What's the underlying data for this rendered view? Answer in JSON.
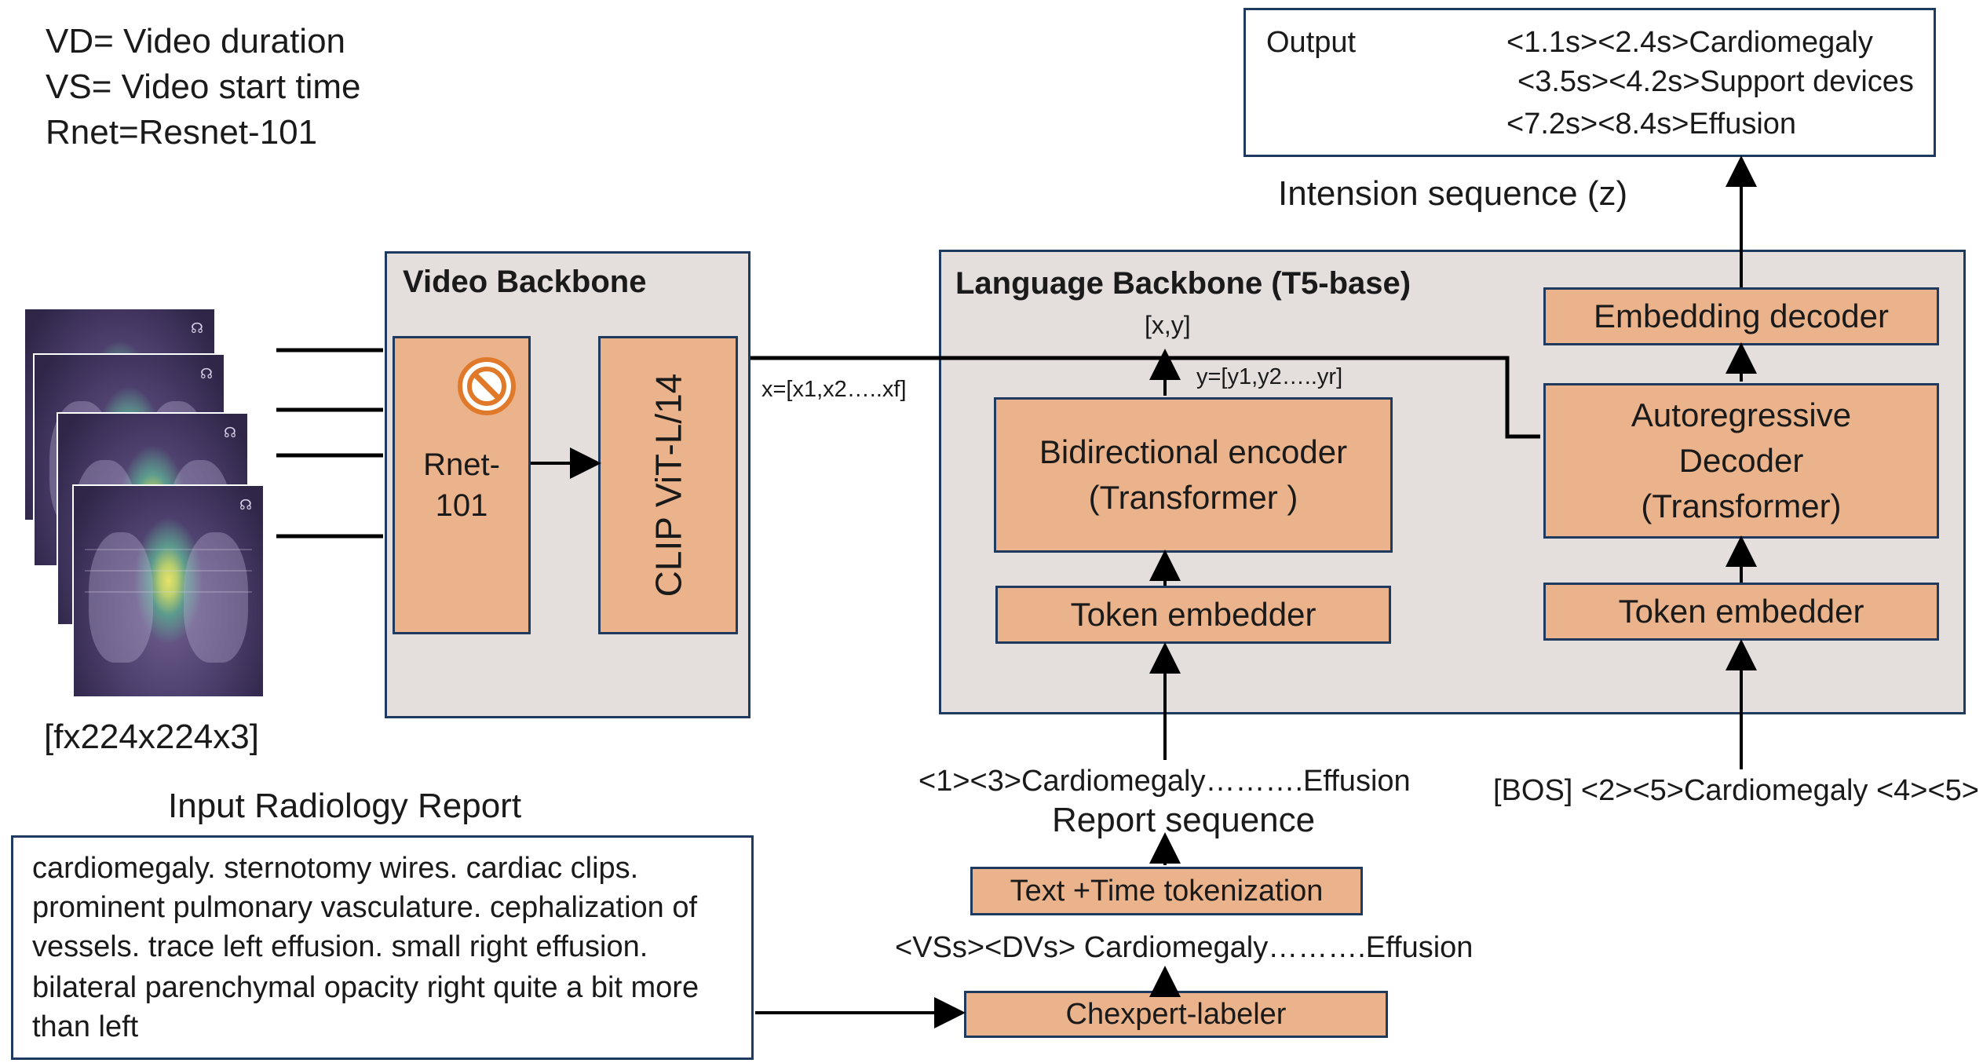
{
  "legend": {
    "vd": "VD= Video duration",
    "vs": "VS= Video start time",
    "rnet": "Rnet=Resnet-101"
  },
  "output": {
    "label": "Output",
    "lines": [
      "<1.1s><2.4s>Cardiomegaly",
      "<3.5s><4.2s>Support devices",
      "<7.2s><8.4s>Effusion"
    ]
  },
  "intension_label": "Intension sequence (z)",
  "video_backbone": {
    "title": "Video Backbone",
    "rnet_label": "Rnet-\n101",
    "clip_label": "CLIP ViT-L/14",
    "frozen_icon": "prohibited-icon"
  },
  "frames_label": "[fx224x224x3]",
  "x_label": "x=[x1,x2…..xf]",
  "language_backbone": {
    "title": "Language Backbone (T5-base)",
    "xy_label": "[x,y]",
    "y_label": "y=[y1,y2…..yr]",
    "encoder_label": "Bidirectional encoder\n(Transformer )",
    "token_embedder_left": "Token embedder",
    "embedding_decoder": "Embedding decoder",
    "decoder_label": "Autoregressive\nDecoder\n(Transformer)",
    "token_embedder_right": "Token embedder"
  },
  "report_seq_values": "<1><3>Cardiomegaly……….Effusion",
  "report_seq_label": "Report sequence",
  "bos_seq": "[BOS] <2><5>Cardiomegaly   <4><5>",
  "tokenization_label": "Text +Time tokenization",
  "vs_dv_seq": "<VSs><DVs> Cardiomegaly……….Effusion",
  "chexpert_label": "Chexpert-labeler",
  "input_report": {
    "title": "Input Radiology Report",
    "lines": [
      "cardiomegaly. sternotomy wires. cardiac clips.",
      "prominent pulmonary vasculature. cephalization of",
      "vessels. trace left effusion. small right effusion.",
      "bilateral parenchymal opacity right quite a bit more",
      "than left"
    ]
  },
  "colors": {
    "block_fill": "#eab38c",
    "block_border": "#1f3a5f",
    "panel_fill": "#e4dedd",
    "frozen_icon": "#e07a2a"
  }
}
